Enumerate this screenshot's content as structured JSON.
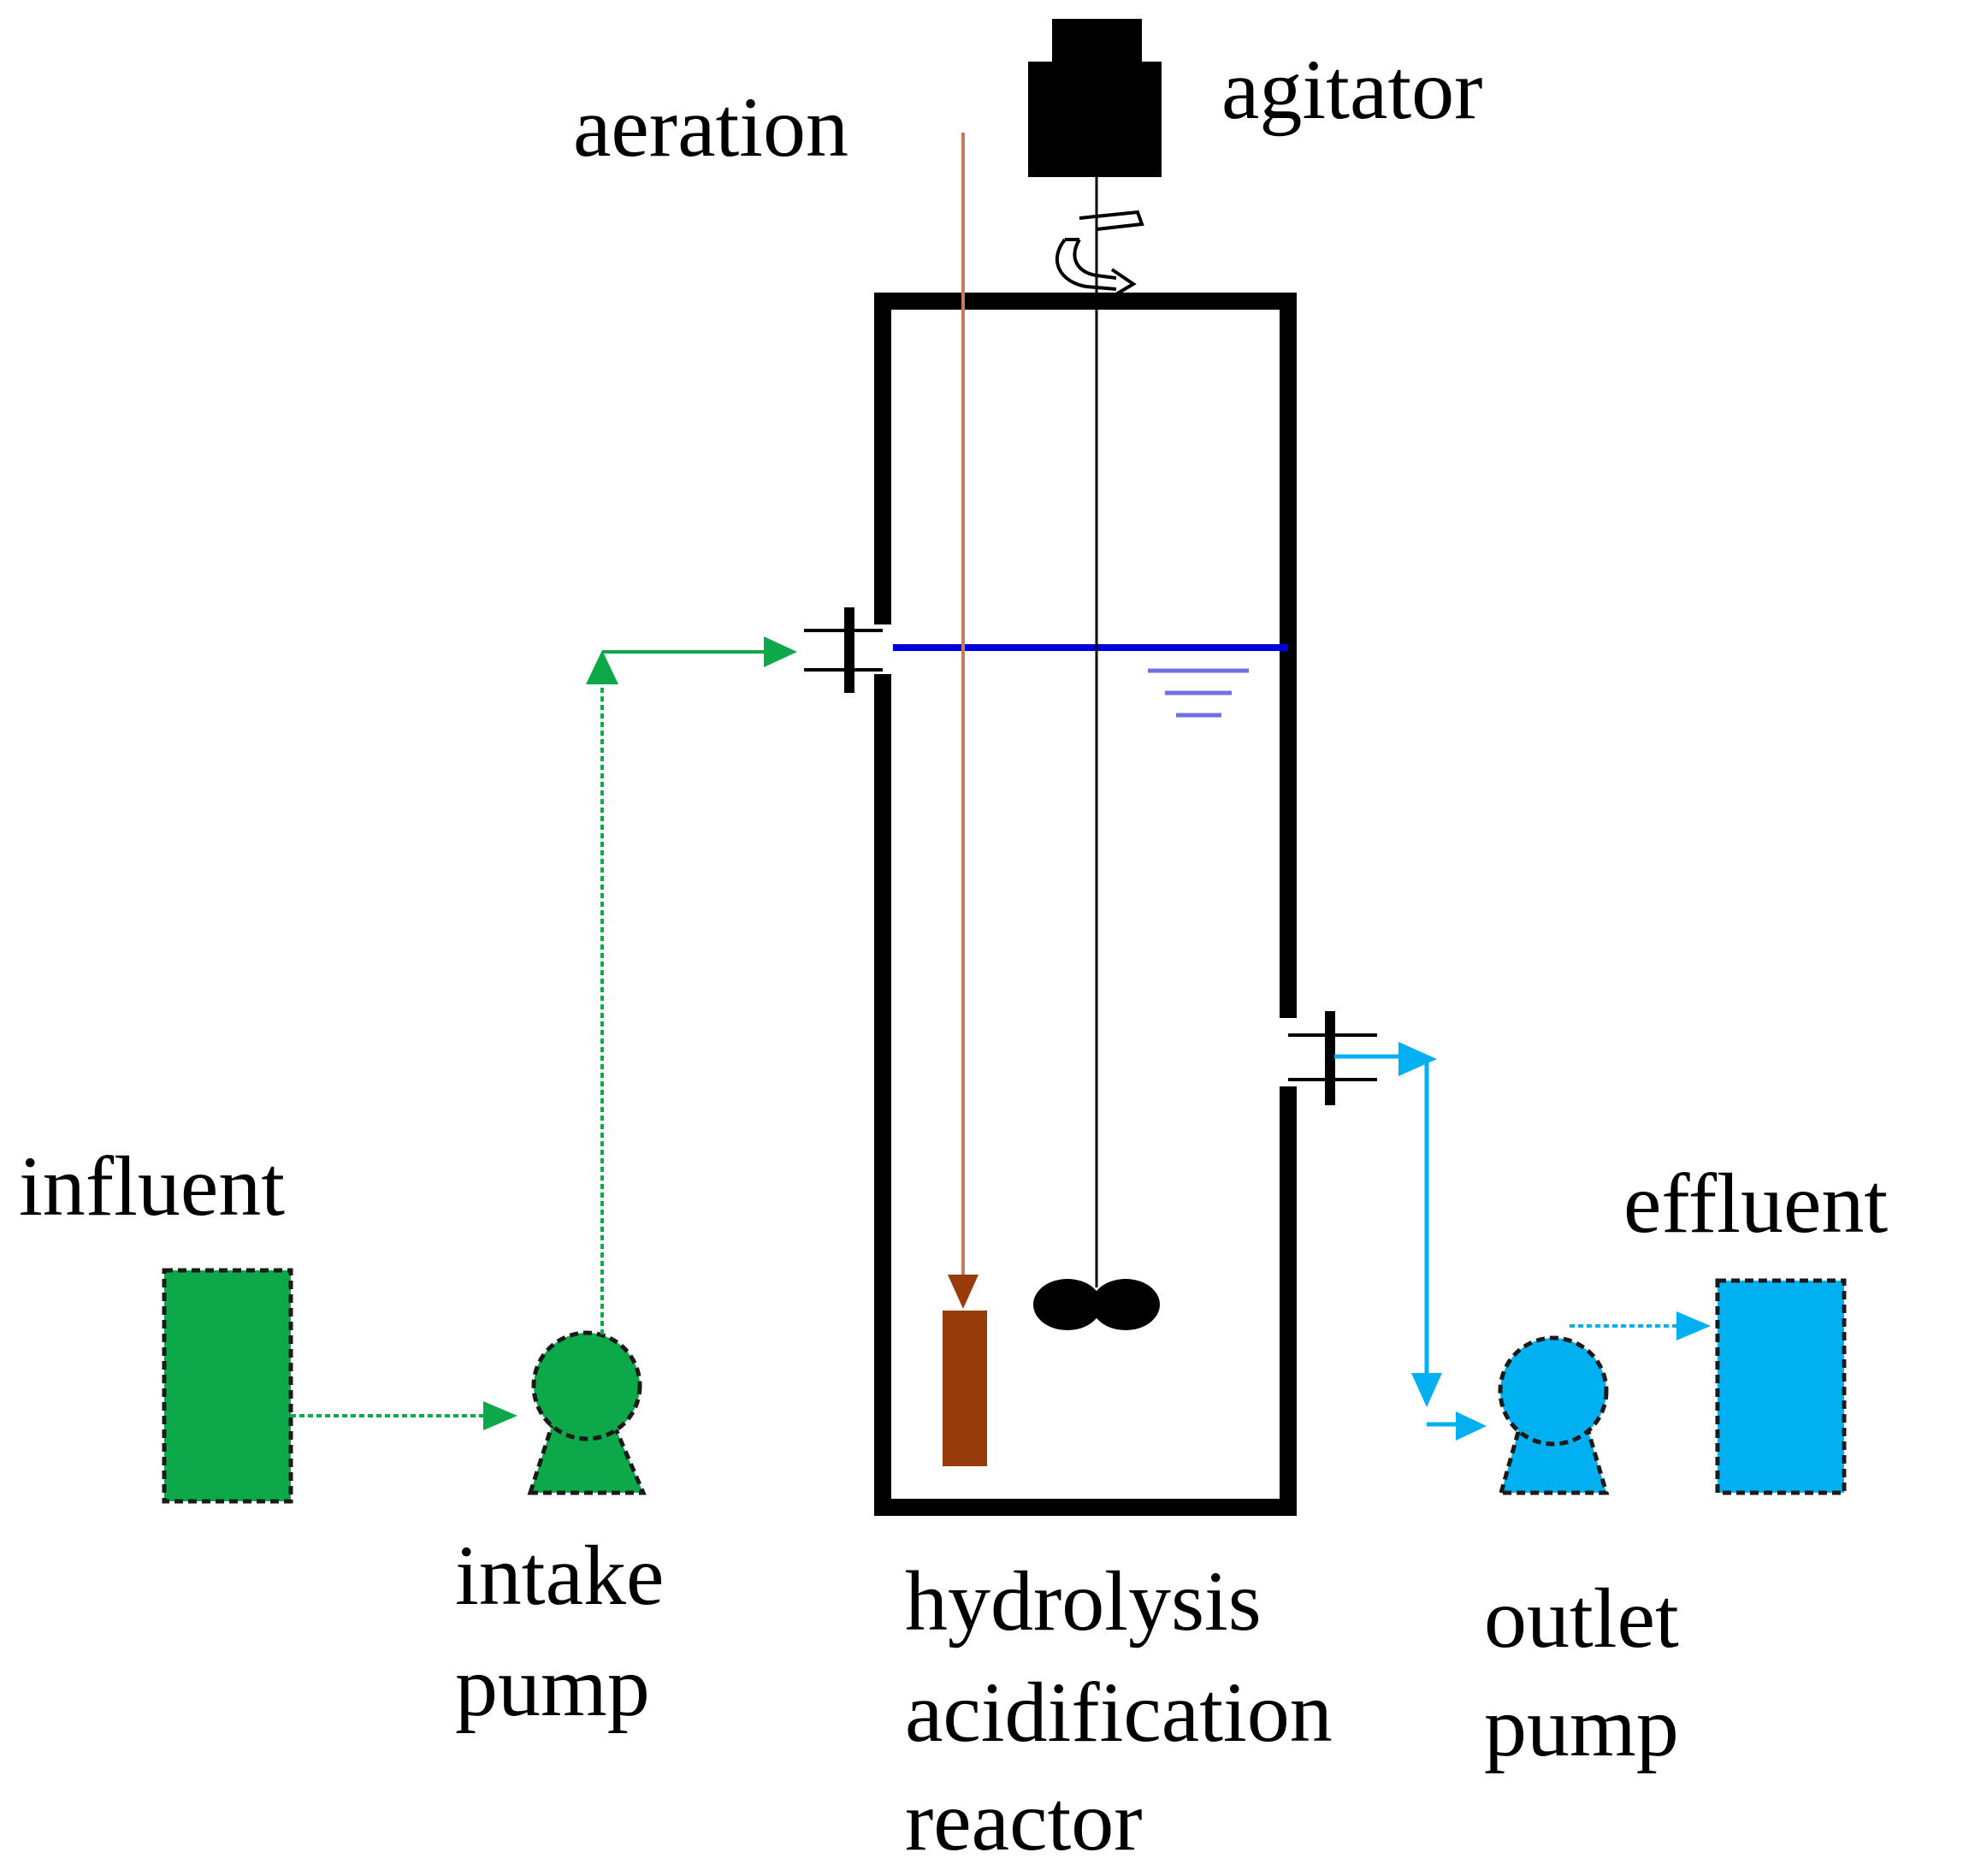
{
  "labels": {
    "aeration": "aeration",
    "agitator": "agitator",
    "influent": "influent",
    "intake_pump_line1": "intake",
    "intake_pump_line2": "pump",
    "reactor_line1": "hydrolysis",
    "reactor_line2": "acidification",
    "reactor_line3": "reactor",
    "outlet_pump_line1": "outlet",
    "outlet_pump_line2": "pump",
    "effluent": "effluent"
  },
  "colors": {
    "influent_green": "#0ca84a",
    "outlet_blue": "#00b0f0",
    "aeration_line": "#c87a5a",
    "diffuser_brown": "#993c0c",
    "water_level": "#0000dd",
    "water_marks": "#7070e0",
    "reactor_wall": "#000000"
  },
  "icons": {
    "agitator": "agitator-motor-icon",
    "rotation": "rotation-arrow-icon",
    "impeller": "impeller-icon",
    "diffuser": "aeration-diffuser-icon",
    "pump": "peristaltic-pump-icon",
    "tank": "tank-icon",
    "water_level": "water-level-icon"
  }
}
